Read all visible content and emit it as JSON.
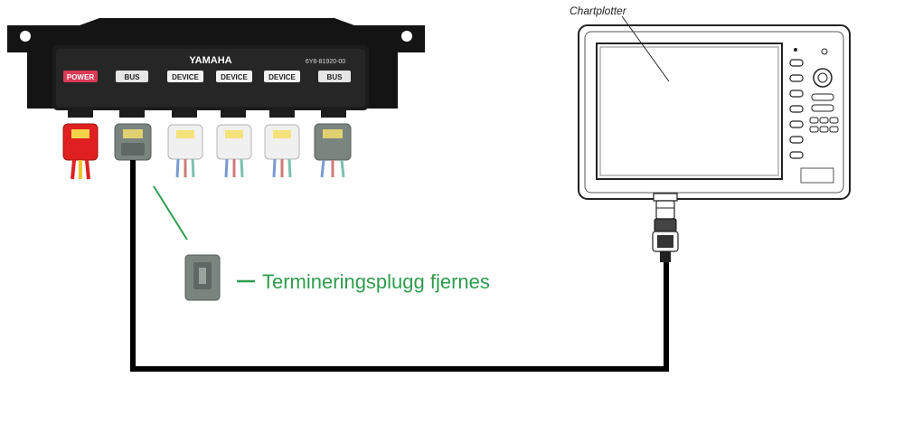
{
  "hub": {
    "brand": "YAMAHA",
    "part_number": "6Y8-81920-00",
    "ports": [
      "POWER",
      "BUS",
      "DEVICE",
      "DEVICE",
      "DEVICE",
      "BUS"
    ]
  },
  "plotter": {
    "label": "Chartplotter"
  },
  "termination": {
    "label": "Termineringsplugg fjernes"
  },
  "colors": {
    "power_port": "#d93a56",
    "bus_port": "#e6e6e6",
    "device_port": "#f2f2f2",
    "cable": "#000000",
    "annotation_green": "#2e9d4e",
    "connector_red": "#e02020",
    "connector_grey": "#7a8580",
    "connector_white": "#f0f0f0"
  }
}
